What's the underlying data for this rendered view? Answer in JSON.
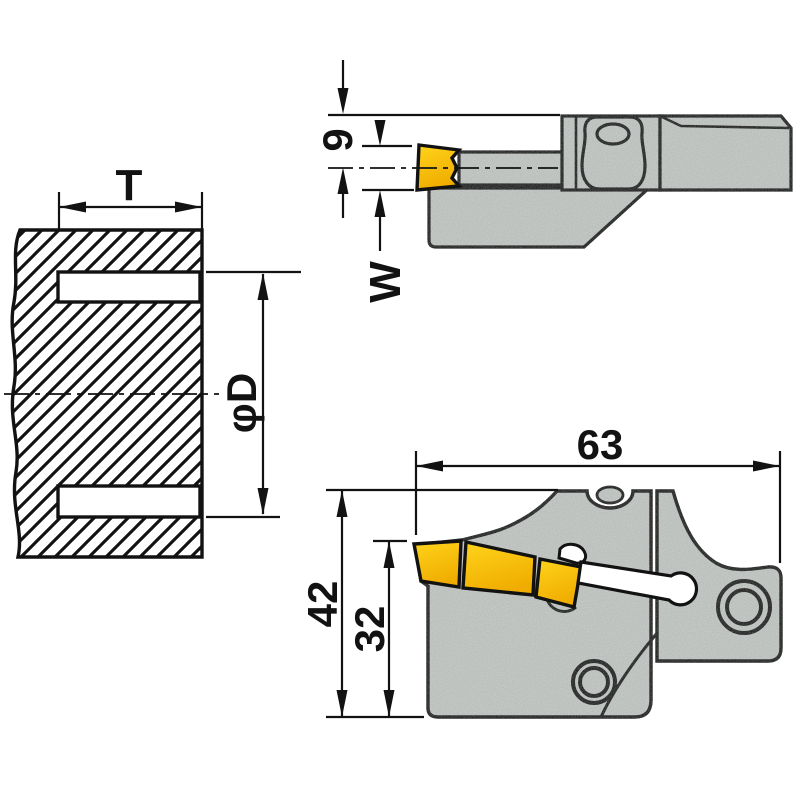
{
  "dimensions": {
    "groove_depth_label": "T",
    "groove_diameter_label": "φD",
    "center_offset_label": "9",
    "groove_width_label": "W",
    "head_length_label": "63",
    "head_height_label": "42",
    "cutting_edge_height_label": "32"
  },
  "colors": {
    "insert_yellow": "#FFD41C",
    "insert_yellow_dark": "#F0AD00",
    "body_gray": "#CBCFCC",
    "line_black": "#121212",
    "background": "#FFFFFF"
  }
}
